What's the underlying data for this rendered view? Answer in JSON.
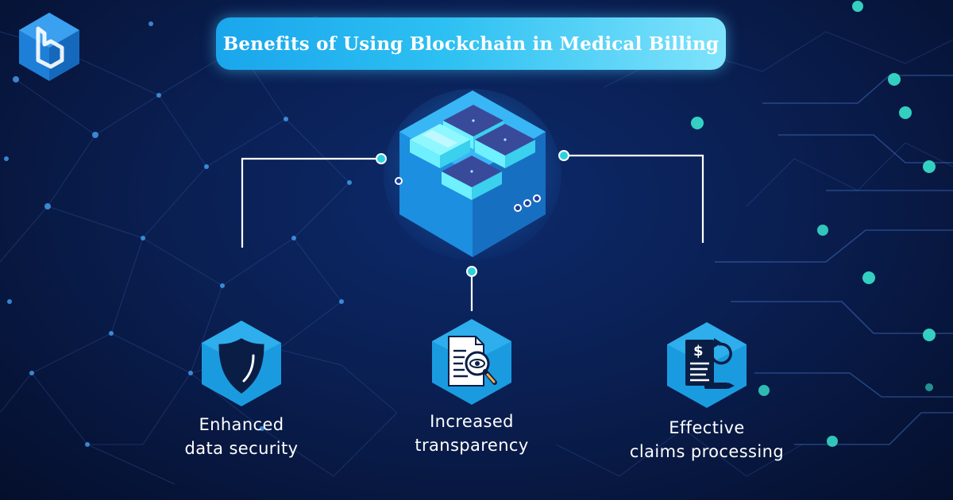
{
  "title": "Benefits of Using Blockchain in Medical Billing",
  "colors": {
    "accent": "#2dc0f2",
    "node_glow": "#35e0d2",
    "hex_fill": "#1a9be0",
    "background": "#0a1f52"
  },
  "icons": {
    "logo": "hexagon-b-logo",
    "hub": "blockchain-server-blocks-icon",
    "benefit_1": "shield-icon",
    "benefit_2": "document-magnifier-eye-icon",
    "benefit_3": "dollar-invoice-refresh-pen-icon"
  },
  "benefits": [
    {
      "label": "Enhanced\ndata security"
    },
    {
      "label": "Increased\ntransparency"
    },
    {
      "label": "Effective\nclaims processing"
    }
  ]
}
